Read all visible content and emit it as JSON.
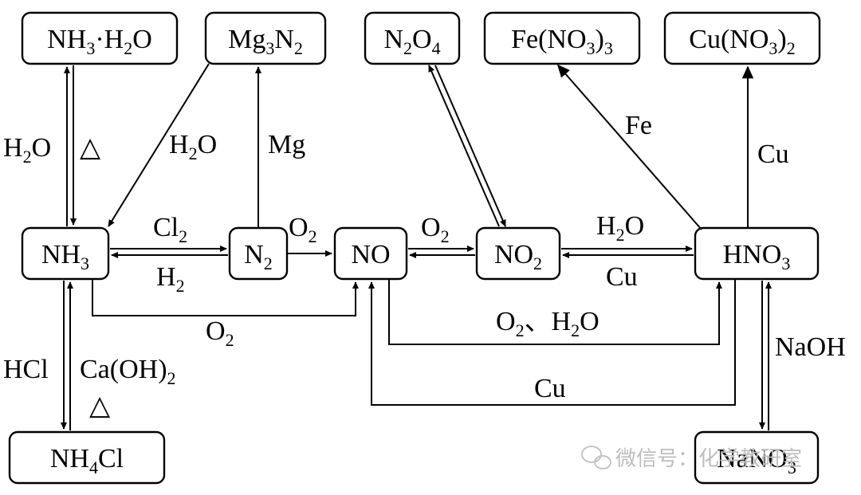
{
  "boxes": {
    "nh3_h2o": "NH3·H2O",
    "mg3n2": "Mg3N2",
    "n2o4": "N2O4",
    "fe_no3_3": "Fe(NO3)3",
    "cu_no3_2": "Cu(NO3)2",
    "nh3": "NH3",
    "n2": "N2",
    "no": "NO",
    "no2": "NO2",
    "hno3": "HNO3",
    "nh4cl": "NH4Cl",
    "nano3": "NaNO3"
  },
  "labels": {
    "h2o_left": "H2O",
    "heat_top": "△",
    "h2o_mg3n2": "H2O",
    "mg": "Mg",
    "fe": "Fe",
    "cu_top": "Cu",
    "cl2": "Cl2",
    "h2": "H2",
    "o2_n2_no": "O2",
    "o2_no_no2": "O2",
    "h2o_no2_hno3": "H2O",
    "cu_hno3_no2": "Cu",
    "o2_nh3_no": "O2",
    "o2_h2o_no_hno3": "O2、H2O",
    "cu_hno3_no": "Cu",
    "hcl": "HCl",
    "ca_oh_2": "Ca(OH)2",
    "heat_bottom": "△",
    "naoh": "NaOH"
  },
  "watermark": "微信号：化学教研室"
}
